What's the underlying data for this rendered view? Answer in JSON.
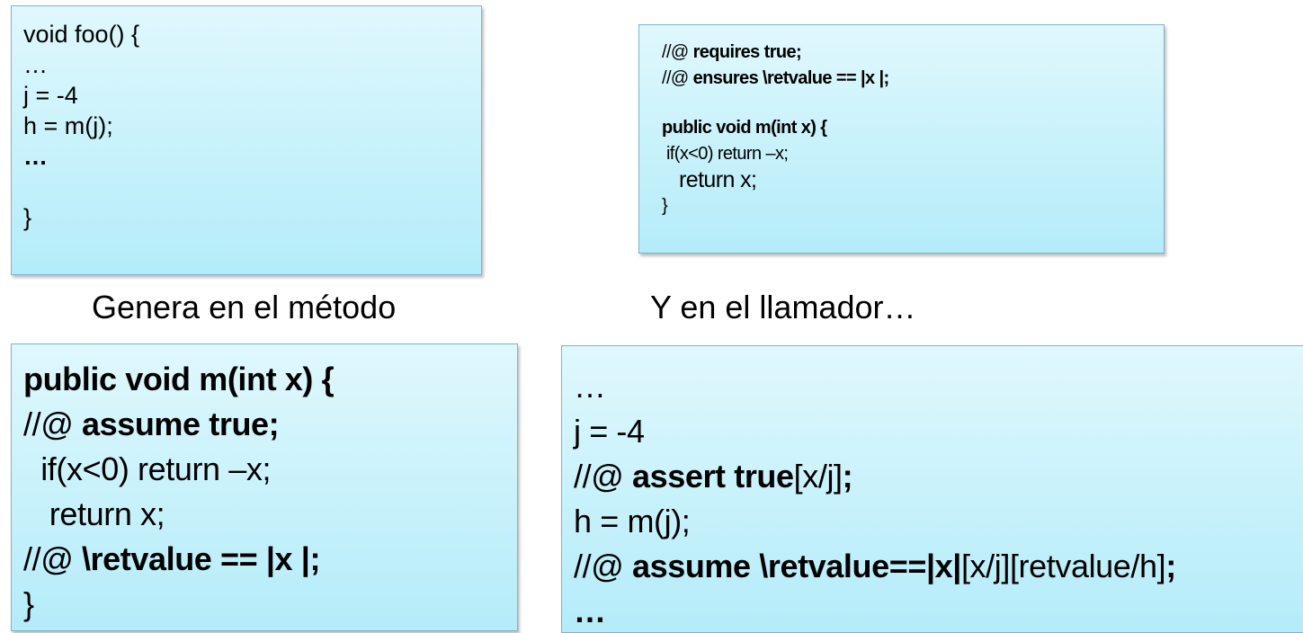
{
  "box_foo": {
    "lines": [
      "void foo() {",
      "…",
      "j = -4",
      "h = m(j);",
      "…",
      "",
      "}"
    ]
  },
  "box_spec": {
    "l1_prefix": "//@ ",
    "l1_bold": "requires true;",
    "l2_prefix": "//@ ",
    "l2_bold": "ensures \\retvalue == |x |;",
    "l3_bold": "public void m(int x) {",
    "l4": " if(x<0) return –x;",
    "l5": "   return x;",
    "l6": "}"
  },
  "captions": {
    "left": "Genera en el método",
    "right": "Y en el llamador…"
  },
  "box_method": {
    "l1_bold": "public void m(int x) {",
    "l2_prefix": "//@ ",
    "l2_bold": "assume true;",
    "l3": "  if(x<0) return –x;",
    "l4": "   return x;",
    "l5_prefix": "//@ ",
    "l5_bold": "\\retvalue == |x |;",
    "l6": "}"
  },
  "box_caller": {
    "l1": "…",
    "l2": "j = -4",
    "l3_prefix": "//@ ",
    "l3_bold": "assert true",
    "l3_sub": "[x/j]",
    "l3_end": ";",
    "l4": "h = m(j);",
    "l5_prefix": "//@ ",
    "l5_bold": "assume \\retvalue==|x|",
    "l5_sub": "[x/j][retvalue/h]",
    "l5_end": ";",
    "l6": "…"
  }
}
